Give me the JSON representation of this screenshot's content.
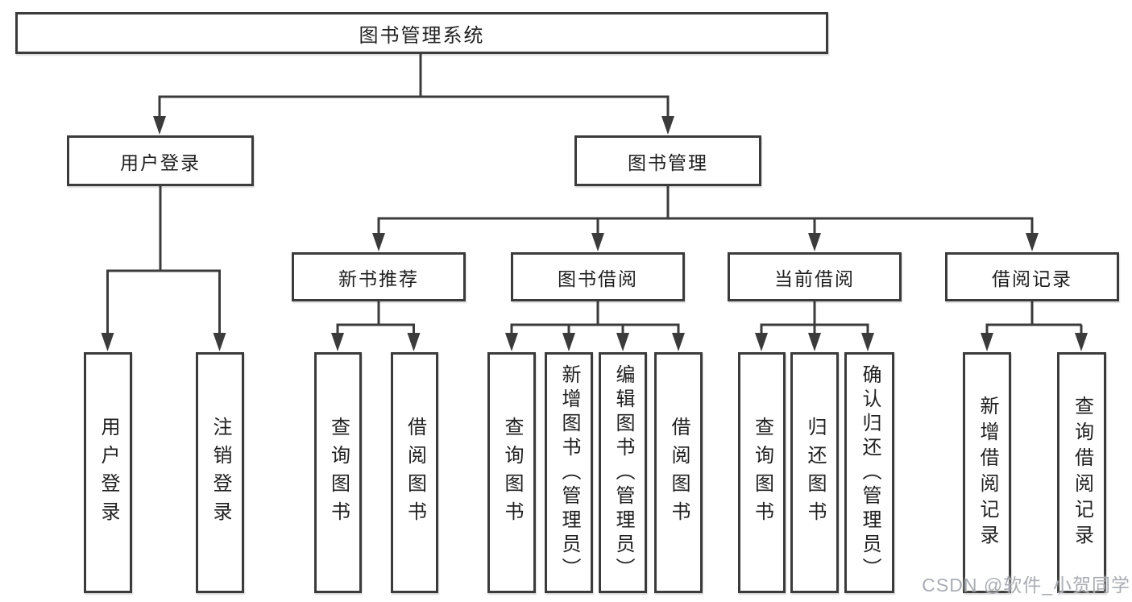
{
  "diagram_title": "图书管理系统",
  "tree": {
    "root": {
      "label": "图书管理系统"
    },
    "branches": [
      {
        "label": "用户登录",
        "children": [
          {
            "label": "用户登录"
          },
          {
            "label": "注销登录"
          }
        ]
      },
      {
        "label": "图书管理",
        "groups": [
          {
            "label": "新书推荐",
            "children": [
              {
                "label": "查询图书"
              },
              {
                "label": "借阅图书"
              }
            ]
          },
          {
            "label": "图书借阅",
            "children": [
              {
                "label": "查询图书"
              },
              {
                "label": "新增图书（管理员）"
              },
              {
                "label": "编辑图书（管理员）"
              },
              {
                "label": "借阅图书"
              }
            ]
          },
          {
            "label": "当前借阅",
            "children": [
              {
                "label": "查询图书"
              },
              {
                "label": "归还图书"
              },
              {
                "label": "确认归还（管理员）"
              }
            ]
          },
          {
            "label": "借阅记录",
            "children": [
              {
                "label": "新增借阅记录"
              },
              {
                "label": "查询借阅记录"
              }
            ]
          }
        ]
      }
    ]
  },
  "watermark": "CSDN @软件_小贺同学",
  "colors": {
    "line": "#3b3b3b",
    "box_border": "#3b3b3b",
    "box_fill": "#ffffff",
    "text": "#1f1f1f",
    "watermark": "#a9adb3",
    "background": "#ffffff"
  }
}
